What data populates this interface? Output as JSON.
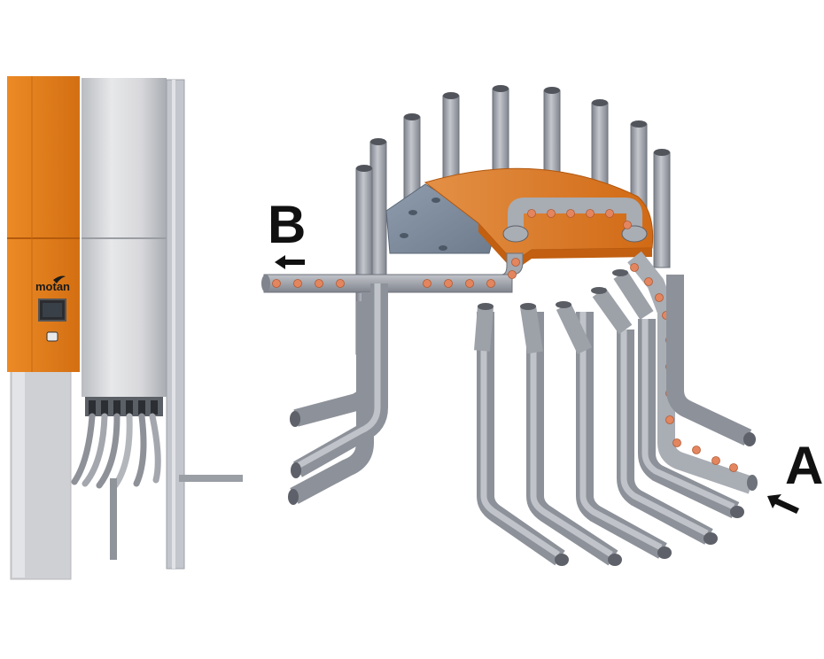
{
  "brand": {
    "logo_text": "motan"
  },
  "labels": {
    "outlet": "B",
    "inlet": "A"
  },
  "colors": {
    "housing_orange": "#e8801e",
    "panel_gray": "#d6d6d9",
    "tube_gray": "#a7abb3",
    "tube_dark": "#6f737c",
    "disc_orange": "#e37a1f",
    "disc_steel": "#8a98a8",
    "granule": "#e3865f",
    "arrow": "#111111"
  },
  "icons": {
    "outlet_arrow": "arrow-left-icon",
    "inlet_arrow": "arrow-upleft-icon"
  }
}
